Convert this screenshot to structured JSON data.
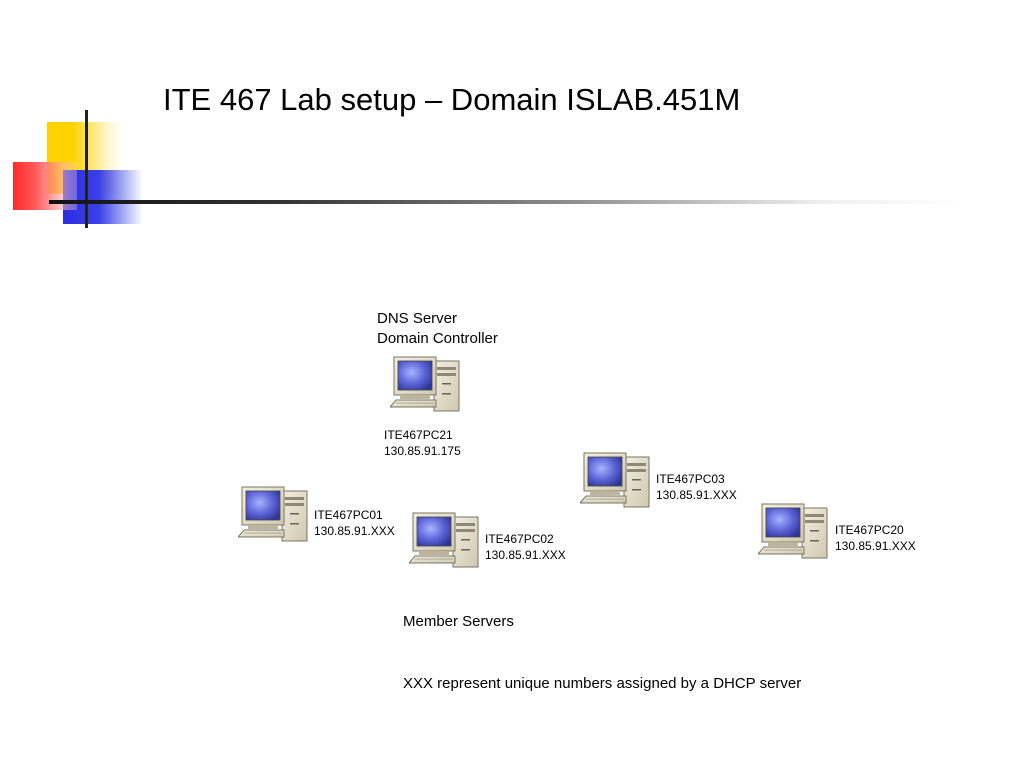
{
  "slide": {
    "title": "ITE 467 Lab setup – Domain ISLAB.451M"
  },
  "server": {
    "role_line1": "DNS Server",
    "role_line2": "Domain Controller",
    "name": "ITE467PC21",
    "ip": "130.85.91.175"
  },
  "members": [
    {
      "name": "ITE467PC01",
      "ip": "130.85.91.XXX"
    },
    {
      "name": "ITE467PC02",
      "ip": "130.85.91.XXX"
    },
    {
      "name": "ITE467PC03",
      "ip": "130.85.91.XXX"
    },
    {
      "name": "ITE467PC20",
      "ip": "130.85.91.XXX"
    }
  ],
  "captions": {
    "members_label": "Member Servers",
    "note": "XXX represent unique numbers assigned by a DHCP server"
  },
  "icons": {
    "computer": "desktop-computer-icon"
  }
}
